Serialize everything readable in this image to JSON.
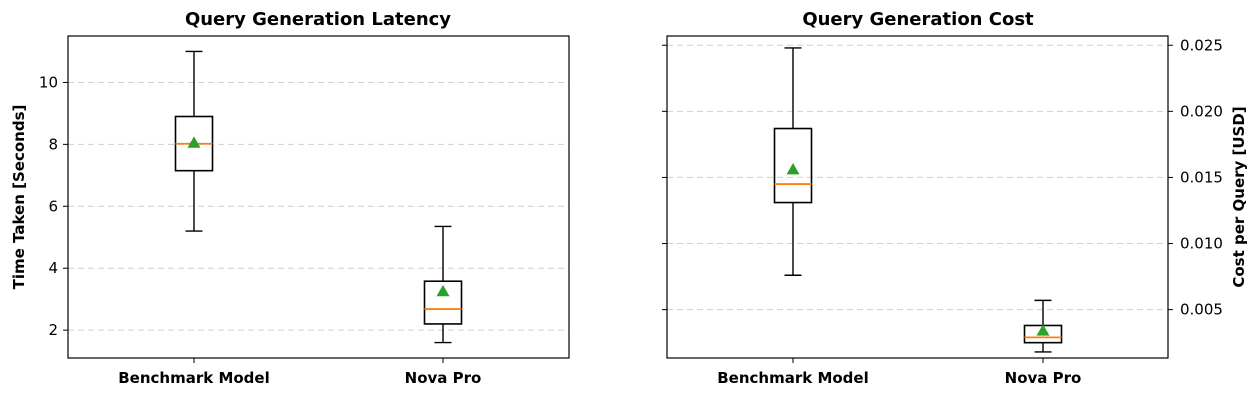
{
  "chart_data": [
    {
      "type": "box",
      "title": "Query Generation Latency",
      "xlabel": "",
      "ylabel": "Time Taken [Seconds]",
      "ylim": [
        1.1,
        11.5
      ],
      "yticks": [
        2,
        4,
        6,
        8,
        10
      ],
      "ytick_labels": [
        "2",
        "4",
        "6",
        "8",
        "10"
      ],
      "yaxis_side": "left",
      "grid": "horizontal-dashed",
      "categories": [
        "Benchmark Model",
        "Nova Pro"
      ],
      "boxes": [
        {
          "whisker_low": 5.2,
          "q1": 7.15,
          "median": 8.02,
          "q3": 8.9,
          "whisker_high": 11.0,
          "mean": 8.05
        },
        {
          "whisker_low": 1.6,
          "q1": 2.2,
          "median": 2.68,
          "q3": 3.58,
          "whisker_high": 5.35,
          "mean": 3.25
        }
      ],
      "colors": {
        "box": "#000000",
        "median": "#ff7f0e",
        "mean": "#2ca02c"
      }
    },
    {
      "type": "box",
      "title": "Query Generation Cost",
      "xlabel": "",
      "ylabel": "Cost per Query [USD]",
      "ylim": [
        0.00134,
        0.0257
      ],
      "yticks": [
        0.005,
        0.01,
        0.015,
        0.02,
        0.025
      ],
      "ytick_labels": [
        "0.005",
        "0.010",
        "0.015",
        "0.020",
        "0.025"
      ],
      "yaxis_side": "right",
      "grid": "horizontal-dashed",
      "categories": [
        "Benchmark Model",
        "Nova Pro"
      ],
      "boxes": [
        {
          "whisker_low": 0.0076,
          "q1": 0.0131,
          "median": 0.0145,
          "q3": 0.0187,
          "whisker_high": 0.0248,
          "mean": 0.0156
        },
        {
          "whisker_low": 0.0018,
          "q1": 0.0025,
          "median": 0.0029,
          "q3": 0.0038,
          "whisker_high": 0.0057,
          "mean": 0.0034
        }
      ],
      "colors": {
        "box": "#000000",
        "median": "#ff7f0e",
        "mean": "#2ca02c"
      }
    }
  ]
}
